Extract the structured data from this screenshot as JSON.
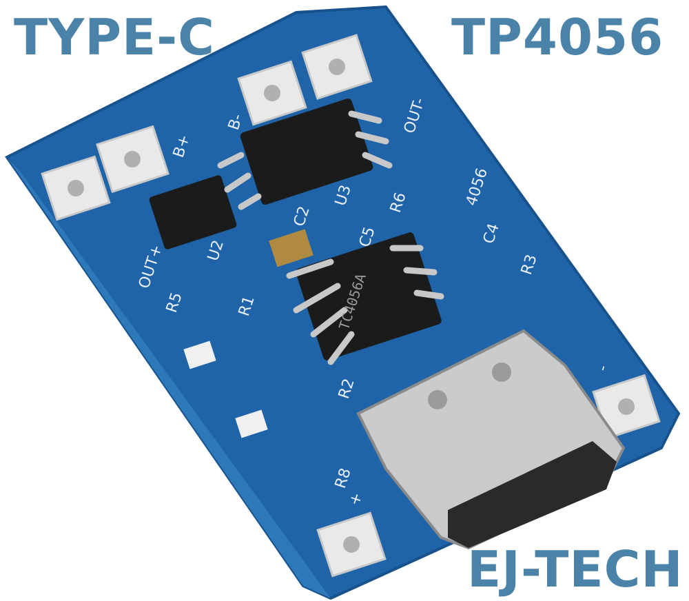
{
  "overlay": {
    "top_left": "TYPE-C",
    "top_right": "TP4056",
    "bottom_right": "EJ-TECH",
    "color": "#4a82a8"
  },
  "board": {
    "pcb_color": "#1f64a8",
    "silkscreen": {
      "b_plus": "B+",
      "b_minus": "B-",
      "out_minus": "OUT-",
      "out_plus": "OUT+",
      "model": "4056",
      "u2": "U2",
      "u3": "U3",
      "r1": "R1",
      "r2": "R2",
      "r3": "R3",
      "r5": "R5",
      "r6": "R6",
      "r8": "R8",
      "c2": "C2",
      "c4": "C4",
      "c5": "C5",
      "plus": "+",
      "minus": "-"
    },
    "chip_marking": "TC4056A"
  }
}
